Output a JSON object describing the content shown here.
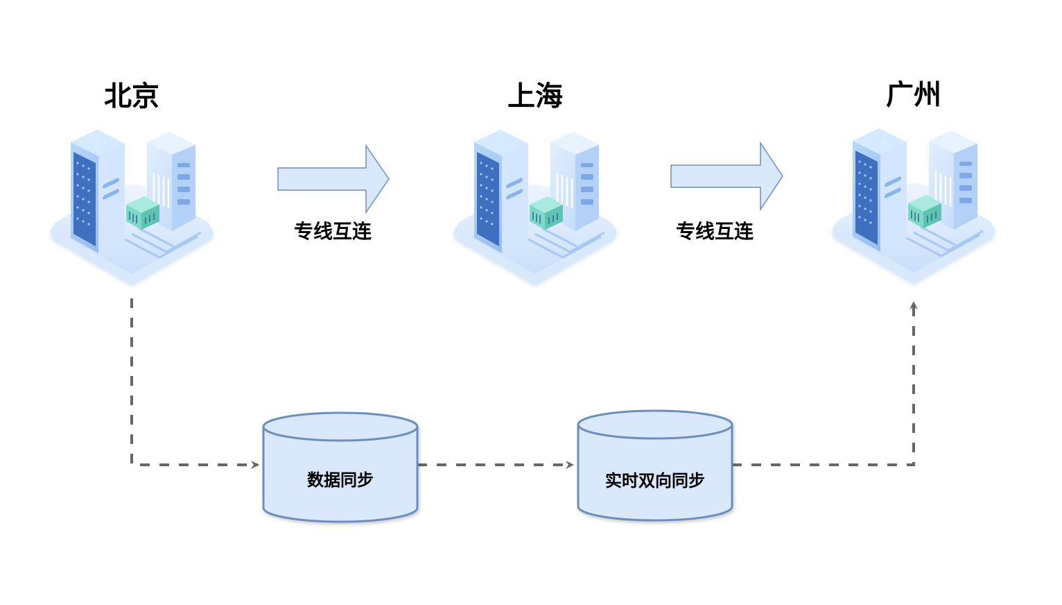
{
  "nodes": [
    {
      "id": "beijing",
      "title": "北京",
      "icon": "datacenter-server-icon"
    },
    {
      "id": "shanghai",
      "title": "上海",
      "icon": "datacenter-server-icon"
    },
    {
      "id": "guangzhou",
      "title": "广州",
      "icon": "datacenter-server-icon"
    }
  ],
  "links": [
    {
      "from": "beijing",
      "to": "shanghai",
      "label": "专线互连",
      "style": "block-arrow"
    },
    {
      "from": "shanghai",
      "to": "guangzhou",
      "label": "专线互连",
      "style": "block-arrow"
    }
  ],
  "sync": [
    {
      "id": "db1",
      "label": "数据同步",
      "shape": "cylinder"
    },
    {
      "id": "db2",
      "label": "实时双向同步",
      "shape": "cylinder"
    }
  ],
  "sync_path": {
    "from": "beijing",
    "via": [
      "db1",
      "db2"
    ],
    "to": "guangzhou",
    "style": "dashed-arrow"
  },
  "colors": {
    "arrow_fill": "#dae8fc",
    "arrow_stroke": "#6c8ebf",
    "cylinder_fill": "#dae8fc",
    "cylinder_stroke": "#6c8ebf",
    "dashed_line": "#666666",
    "server_light": "#cfe3fb",
    "server_mid": "#8fbaf0",
    "server_dark": "#4f7fc8",
    "chip_green": "#7fd8c8"
  }
}
